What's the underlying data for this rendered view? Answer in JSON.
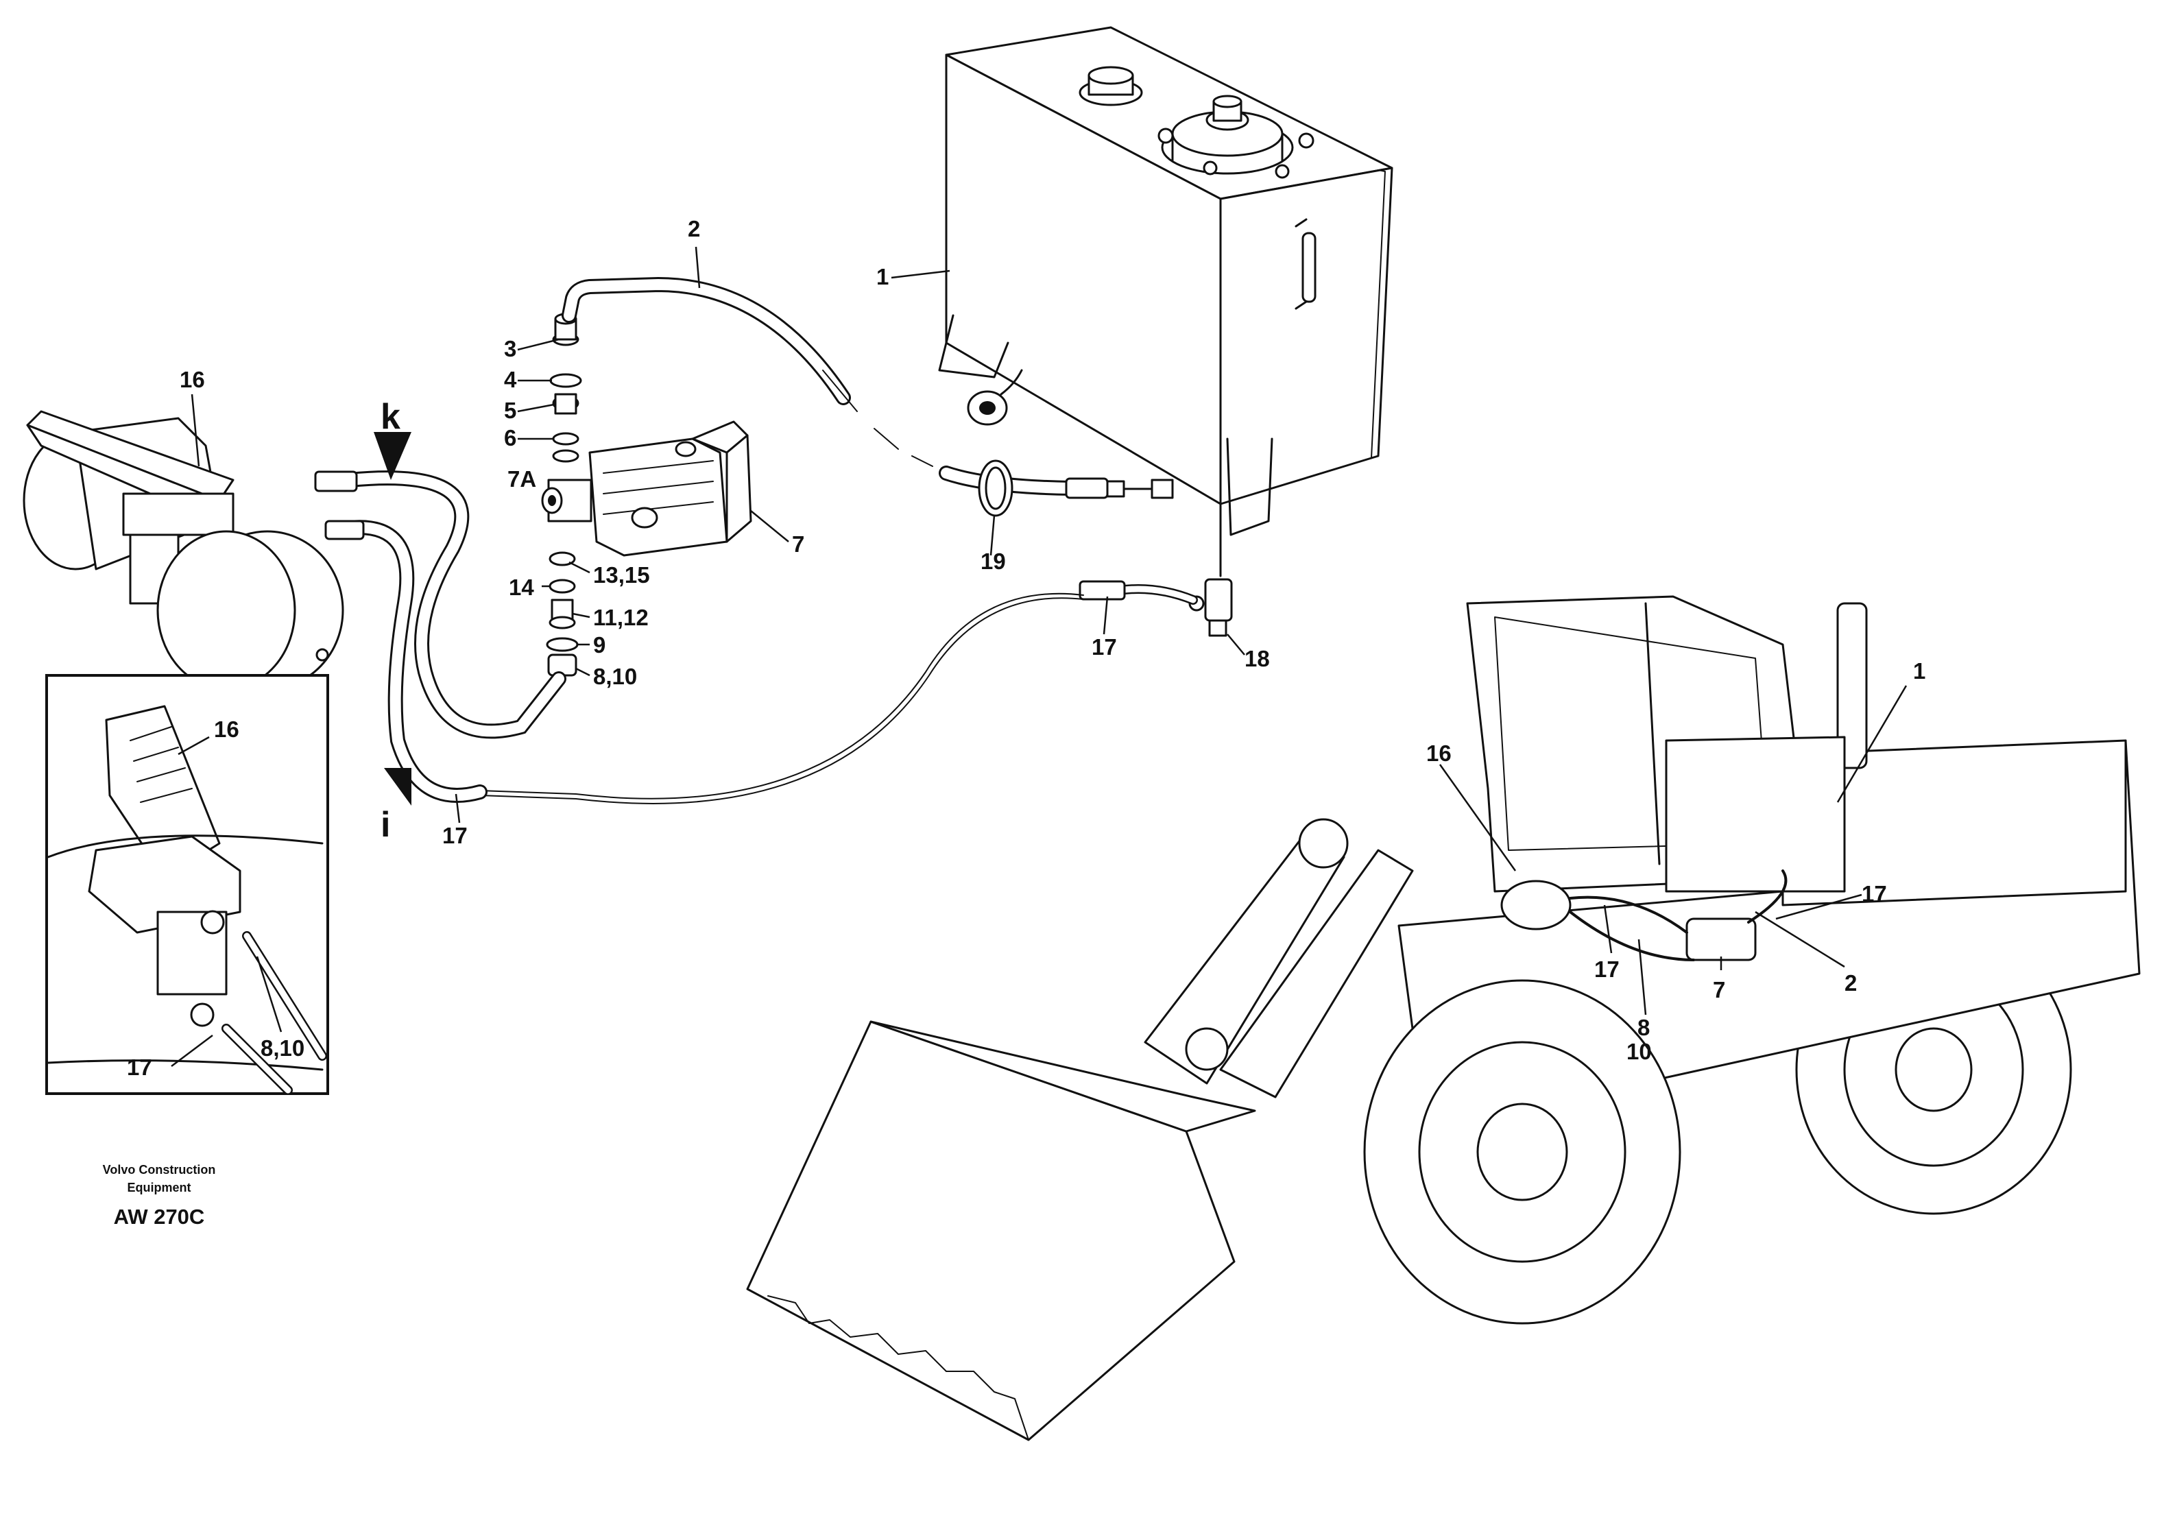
{
  "diagram": {
    "labels": {
      "tank": "1",
      "hose_tank_to_valve": "2",
      "part3": "3",
      "part4": "4",
      "part5": "5",
      "part6": "6",
      "valve_port": "7A",
      "valve": "7",
      "clamp": "19",
      "part13_15": "13,15",
      "part14": "14",
      "part11_12": "11,12",
      "part9": "9",
      "part8_10": "8,10",
      "hose_return": "17",
      "fitting": "18",
      "pedal": "16",
      "view_k": "k",
      "view_i": "i"
    },
    "inset_labels": {
      "pedal": "16",
      "hose_8_10": "8,10",
      "hose_17": "17"
    },
    "machine_labels": {
      "pedal": "16",
      "tank": "1",
      "hose_17_right": "17",
      "hose_2": "2",
      "valve": "7",
      "hose_17_left": "17",
      "hose_8": "8",
      "hose_10": "10"
    },
    "footer": {
      "company_line1": "Volvo Construction",
      "company_line2": "Equipment",
      "drawing_code": "AW 270C"
    }
  }
}
